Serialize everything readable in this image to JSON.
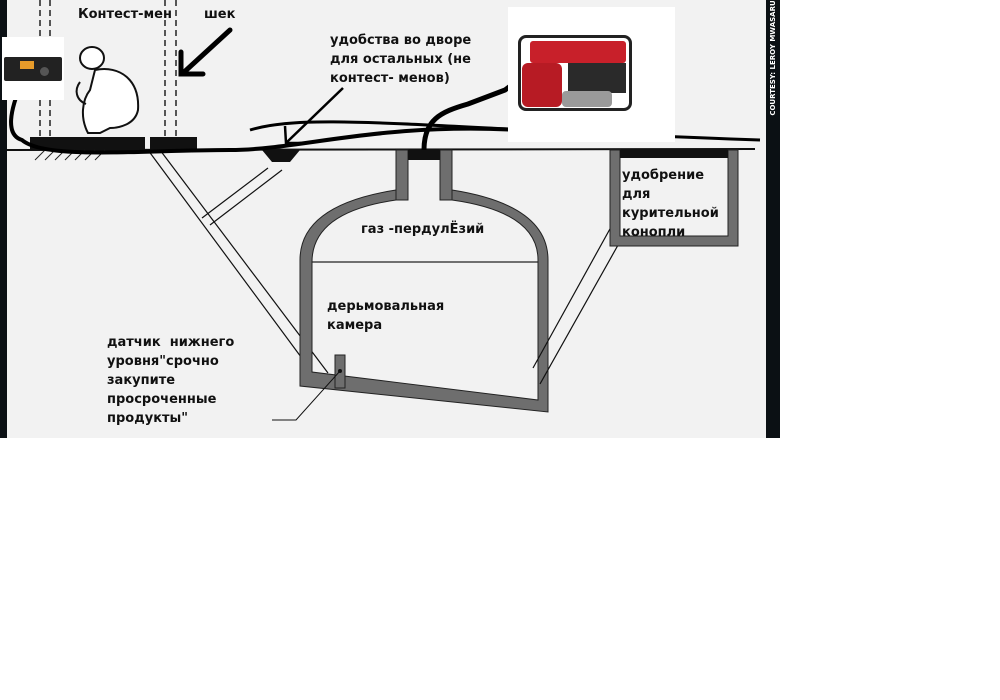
{
  "labels": {
    "contest_man": "Контест-мен",
    "shek": "шек",
    "outdoor_toilet": "удобства во дворе\nдля остальных (не\nконтест- менов)",
    "gas": "газ -пердулЁзий",
    "chamber": "дерьмовальная\nкамера",
    "fertilizer": "удобрение\nдля\nкурительной\nконопли",
    "sensor": "датчик  нижнего\nуровня\"срочно\nзакупите\nпросроченные\nпродукты\""
  },
  "credit": "COURTESY: LEROY MWASARU",
  "icons": {
    "radio": "radio-transceiver-icon",
    "person": "squatting-man-icon",
    "generator": "power-generator-icon"
  },
  "colors": {
    "background": "#f2f2f2",
    "wall": "#6e6e6e",
    "ink": "#111111",
    "generator_red": "#c8202a"
  }
}
